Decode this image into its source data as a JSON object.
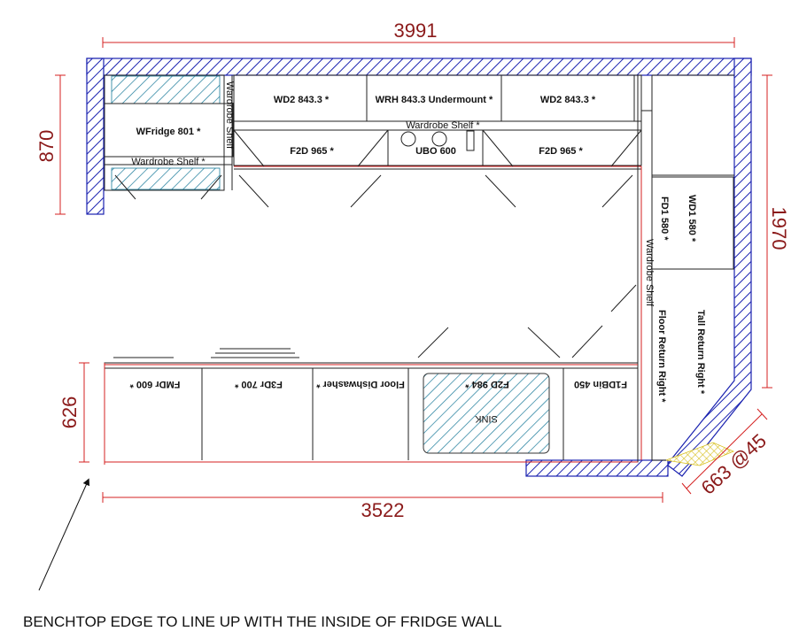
{
  "dimensions": {
    "top_width": "3991",
    "left_depth": "870",
    "right_depth": "1970",
    "bottom_left_depth": "626",
    "bottom_width": "3522",
    "corner_angle": "663 @45"
  },
  "cabinets": {
    "wfridge": "WFridge 801 *",
    "wardrobe_shelf": "Wardrobe Shelf *",
    "wardrobe_shelf_vertical": "Wardrobe Shelf",
    "wd2_left": "WD2 843.3 *",
    "wrh": "WRH 843.3 Undermount *",
    "wd2_right": "WD2 843.3 *",
    "wardrobe_shelf_top": "Wardrobe Shelf *",
    "f2d_left": "F2D 965 *",
    "ubo": "UBO 600",
    "f2d_right": "F2D 965 *",
    "fd1": "FD1 580 *",
    "wd1": "WD1 580 *",
    "wardrobe_shelf_right": "Wardrobe Shelf",
    "floor_return_right": "Floor Return Right *",
    "tall_return_right": "Tall Return Right *",
    "fmdr": "FMDr 600 *",
    "f3dr": "F3Dr 700 *",
    "floor_dishwasher": "Floor Dishwasher *",
    "f2d_sink": "F2D 984 *",
    "sink": "SINK",
    "f1dbin": "F1DBin 450"
  },
  "note": "BENCHTOP EDGE TO LINE UP WITH THE INSIDE OF FRIDGE WALL",
  "colors": {
    "wall_hatch": "#1a22b0",
    "dimension": "#8b1a1a",
    "dimension_line": "#d42020",
    "sink_hatch": "#1a7a9a"
  }
}
